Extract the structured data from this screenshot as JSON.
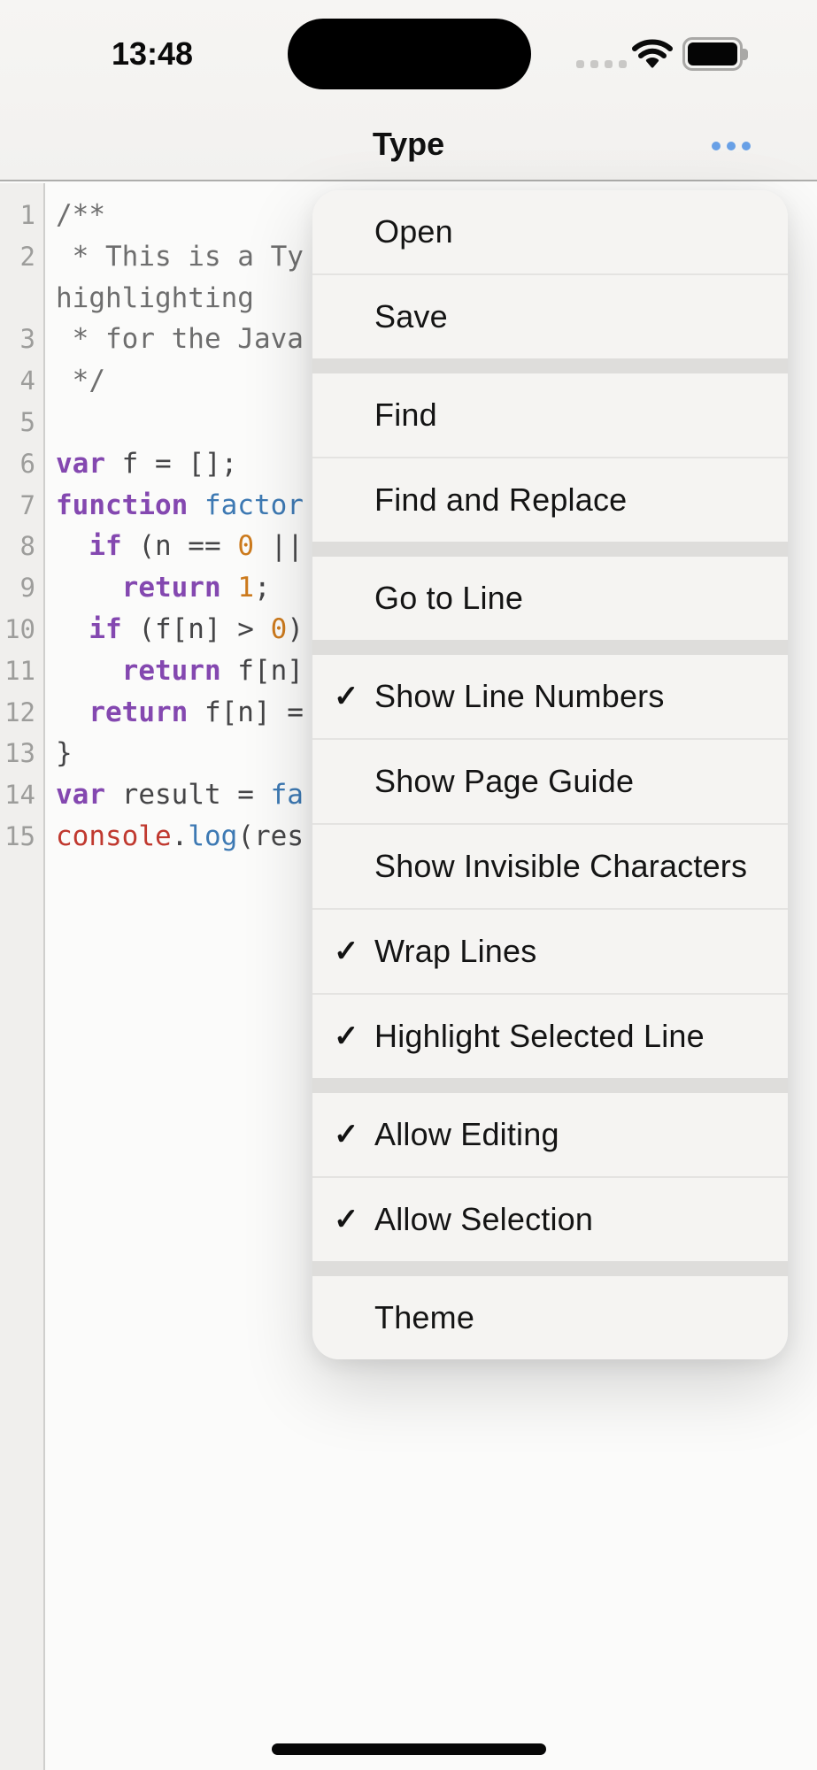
{
  "status_bar": {
    "time": "13:48"
  },
  "nav_bar": {
    "title": "Type"
  },
  "colors": {
    "accent_blue": "#68a0e6",
    "keyword_purple": "#8448b0",
    "number_orange": "#cc7a1d",
    "function_blue": "#3d79b3",
    "console_red": "#c0392f",
    "comment_gray": "#6e6e6e",
    "menu_background": "#f5f4f2"
  },
  "code_editor": {
    "rows": [
      {
        "num": "1",
        "segments": [
          [
            "/**",
            "comment"
          ]
        ]
      },
      {
        "num": "2",
        "segments": [
          [
            " * This is a Ty",
            "comment"
          ]
        ]
      },
      {
        "num": "",
        "segments": [
          [
            "highlighting",
            "comment"
          ]
        ]
      },
      {
        "num": "3",
        "segments": [
          [
            " * for the Java",
            "comment"
          ]
        ]
      },
      {
        "num": "4",
        "segments": [
          [
            " */",
            "comment"
          ]
        ]
      },
      {
        "num": "5",
        "segments": []
      },
      {
        "num": "6",
        "segments": [
          [
            "var",
            "keyword"
          ],
          [
            " f = [];",
            "plain"
          ]
        ]
      },
      {
        "num": "7",
        "segments": [
          [
            "function",
            "keyword"
          ],
          [
            " ",
            "plain"
          ],
          [
            "factor",
            "function"
          ]
        ]
      },
      {
        "num": "8",
        "segments": [
          [
            "  ",
            "plain"
          ],
          [
            "if",
            "keyword"
          ],
          [
            " (n == ",
            "plain"
          ],
          [
            "0",
            "number"
          ],
          [
            " ||",
            "plain"
          ]
        ]
      },
      {
        "num": "9",
        "segments": [
          [
            "    ",
            "plain"
          ],
          [
            "return",
            "keyword"
          ],
          [
            " ",
            "plain"
          ],
          [
            "1",
            "number"
          ],
          [
            ";",
            "plain"
          ]
        ]
      },
      {
        "num": "10",
        "segments": [
          [
            "  ",
            "plain"
          ],
          [
            "if",
            "keyword"
          ],
          [
            " (f[n] > ",
            "plain"
          ],
          [
            "0",
            "number"
          ],
          [
            ")",
            "plain"
          ]
        ]
      },
      {
        "num": "11",
        "segments": [
          [
            "    ",
            "plain"
          ],
          [
            "return",
            "keyword"
          ],
          [
            " f[n]",
            "plain"
          ]
        ]
      },
      {
        "num": "12",
        "segments": [
          [
            "  ",
            "plain"
          ],
          [
            "return",
            "keyword"
          ],
          [
            " f[n] =",
            "plain"
          ]
        ]
      },
      {
        "num": "13",
        "segments": [
          [
            "}",
            "plain"
          ]
        ]
      },
      {
        "num": "14",
        "segments": [
          [
            "var",
            "keyword"
          ],
          [
            " result = ",
            "plain"
          ],
          [
            "fa",
            "function"
          ]
        ]
      },
      {
        "num": "15",
        "segments": [
          [
            "console",
            "console"
          ],
          [
            ".",
            "plain"
          ],
          [
            "log",
            "function"
          ],
          [
            "(res",
            "plain"
          ]
        ]
      }
    ]
  },
  "menu": {
    "checkmark_glyph": "✓",
    "groups": [
      {
        "items": [
          {
            "label": "Open",
            "checked": false
          },
          {
            "label": "Save",
            "checked": false
          }
        ]
      },
      {
        "items": [
          {
            "label": "Find",
            "checked": false
          },
          {
            "label": "Find and Replace",
            "checked": false
          }
        ]
      },
      {
        "items": [
          {
            "label": "Go to Line",
            "checked": false
          }
        ]
      },
      {
        "items": [
          {
            "label": "Show Line Numbers",
            "checked": true
          },
          {
            "label": "Show Page Guide",
            "checked": false
          },
          {
            "label": "Show Invisible Characters",
            "checked": false
          },
          {
            "label": "Wrap Lines",
            "checked": true
          },
          {
            "label": "Highlight Selected Line",
            "checked": true
          }
        ]
      },
      {
        "items": [
          {
            "label": "Allow Editing",
            "checked": true
          },
          {
            "label": "Allow Selection",
            "checked": true
          }
        ]
      },
      {
        "items": [
          {
            "label": "Theme",
            "checked": false
          }
        ]
      }
    ]
  }
}
